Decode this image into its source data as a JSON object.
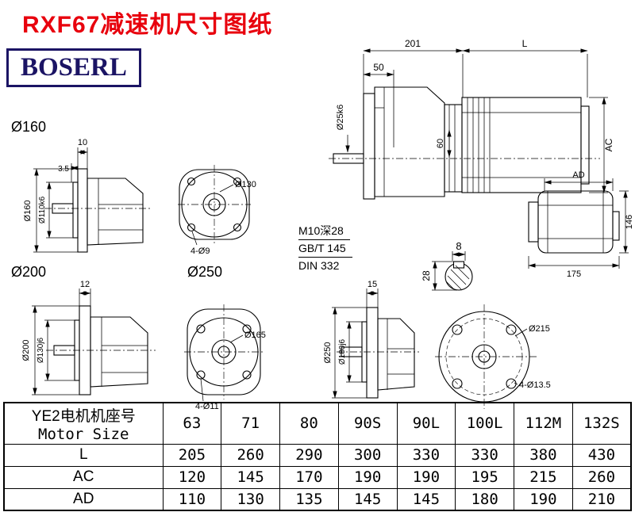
{
  "colors": {
    "title_red": "#e8000d",
    "brand_navy": "#1b1464",
    "line_black": "#000000"
  },
  "title": "RXF67减速机尺寸图纸",
  "brand": "BOSERL",
  "group_labels": {
    "g160": "Ø160",
    "g200": "Ø200",
    "g250": "Ø250"
  },
  "assembly": {
    "dim_201": "201",
    "dim_L": "L",
    "dim_50": "50",
    "dim_shaft_dia": "Ø25k6",
    "dim_60": "60",
    "dim_AC": "AC",
    "note_tap": "M10深28",
    "note_gb": "GB/T 145",
    "note_din": "DIN 332"
  },
  "flange160": {
    "dim_thickness": "10",
    "dim_spigot_depth": "3.5",
    "dim_od": "Ø160",
    "dim_spigot": "Ø110k6",
    "front_circle": "Ø130",
    "front_holes": "4-Ø9"
  },
  "flange200": {
    "dim_thickness": "12",
    "dim_od": "Ø200",
    "dim_spigot": "Ø130j6",
    "front_circle": "Ø165",
    "front_holes": "4-Ø11"
  },
  "flange250": {
    "dim_thickness": "15",
    "dim_od": "Ø250",
    "dim_spigot": "Ø180j6",
    "front_circle": "Ø215",
    "front_holes": "4-Ø13.5"
  },
  "shaft_section": {
    "dim_key_width": "8",
    "dim_height": "28"
  },
  "rear_view": {
    "dim_AD": "AD",
    "dim_146": "146",
    "dim_175": "175"
  },
  "table": {
    "header_cn": "YE2电机机座号",
    "header_en": "Motor Size",
    "frame_sizes": [
      "63",
      "71",
      "80",
      "90S",
      "90L",
      "100L",
      "112M",
      "132S"
    ],
    "rows": [
      {
        "label": "L",
        "values": [
          "205",
          "260",
          "290",
          "300",
          "330",
          "330",
          "380",
          "430"
        ]
      },
      {
        "label": "AC",
        "values": [
          "120",
          "145",
          "170",
          "190",
          "190",
          "195",
          "215",
          "260"
        ]
      },
      {
        "label": "AD",
        "values": [
          "110",
          "130",
          "135",
          "145",
          "145",
          "180",
          "190",
          "210"
        ]
      }
    ]
  }
}
